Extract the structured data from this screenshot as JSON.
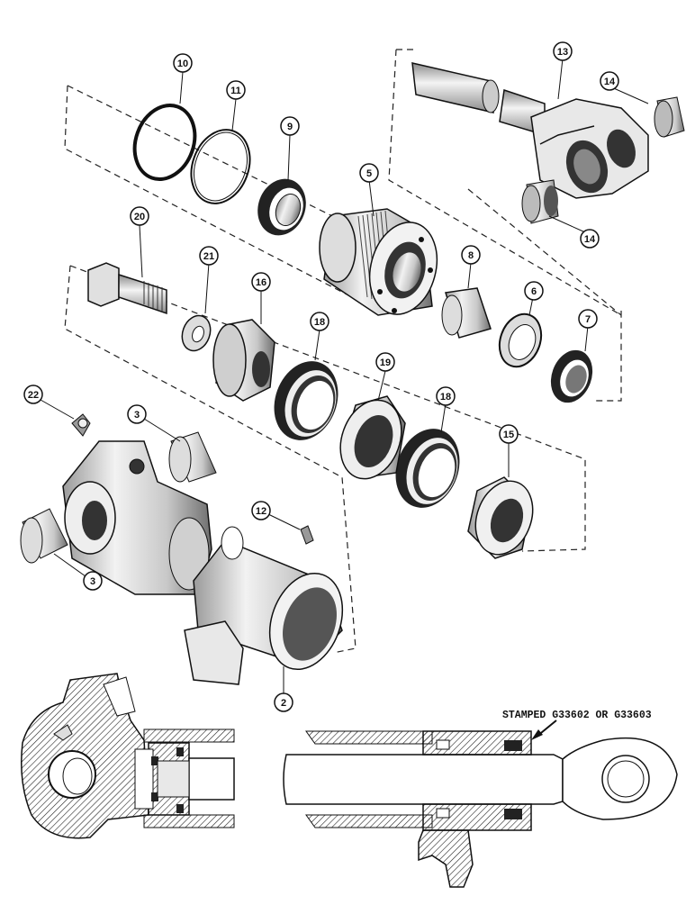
{
  "callouts": [
    {
      "id": "c10",
      "label": "10"
    },
    {
      "id": "c11",
      "label": "11"
    },
    {
      "id": "c9",
      "label": "9"
    },
    {
      "id": "c13",
      "label": "13"
    },
    {
      "id": "c14a",
      "label": "14"
    },
    {
      "id": "c14b",
      "label": "14"
    },
    {
      "id": "c5",
      "label": "5"
    },
    {
      "id": "c20",
      "label": "20"
    },
    {
      "id": "c21",
      "label": "21"
    },
    {
      "id": "c16",
      "label": "16"
    },
    {
      "id": "c8",
      "label": "8"
    },
    {
      "id": "c6",
      "label": "6"
    },
    {
      "id": "c7",
      "label": "7"
    },
    {
      "id": "c18a",
      "label": "18"
    },
    {
      "id": "c19",
      "label": "19"
    },
    {
      "id": "c18b",
      "label": "18"
    },
    {
      "id": "c22",
      "label": "22"
    },
    {
      "id": "c3a",
      "label": "3"
    },
    {
      "id": "c15",
      "label": "15"
    },
    {
      "id": "c12",
      "label": "12"
    },
    {
      "id": "c3b",
      "label": "3"
    },
    {
      "id": "c2",
      "label": "2"
    }
  ],
  "annotation": {
    "stamped": "STAMPED G33602 OR G33603"
  }
}
